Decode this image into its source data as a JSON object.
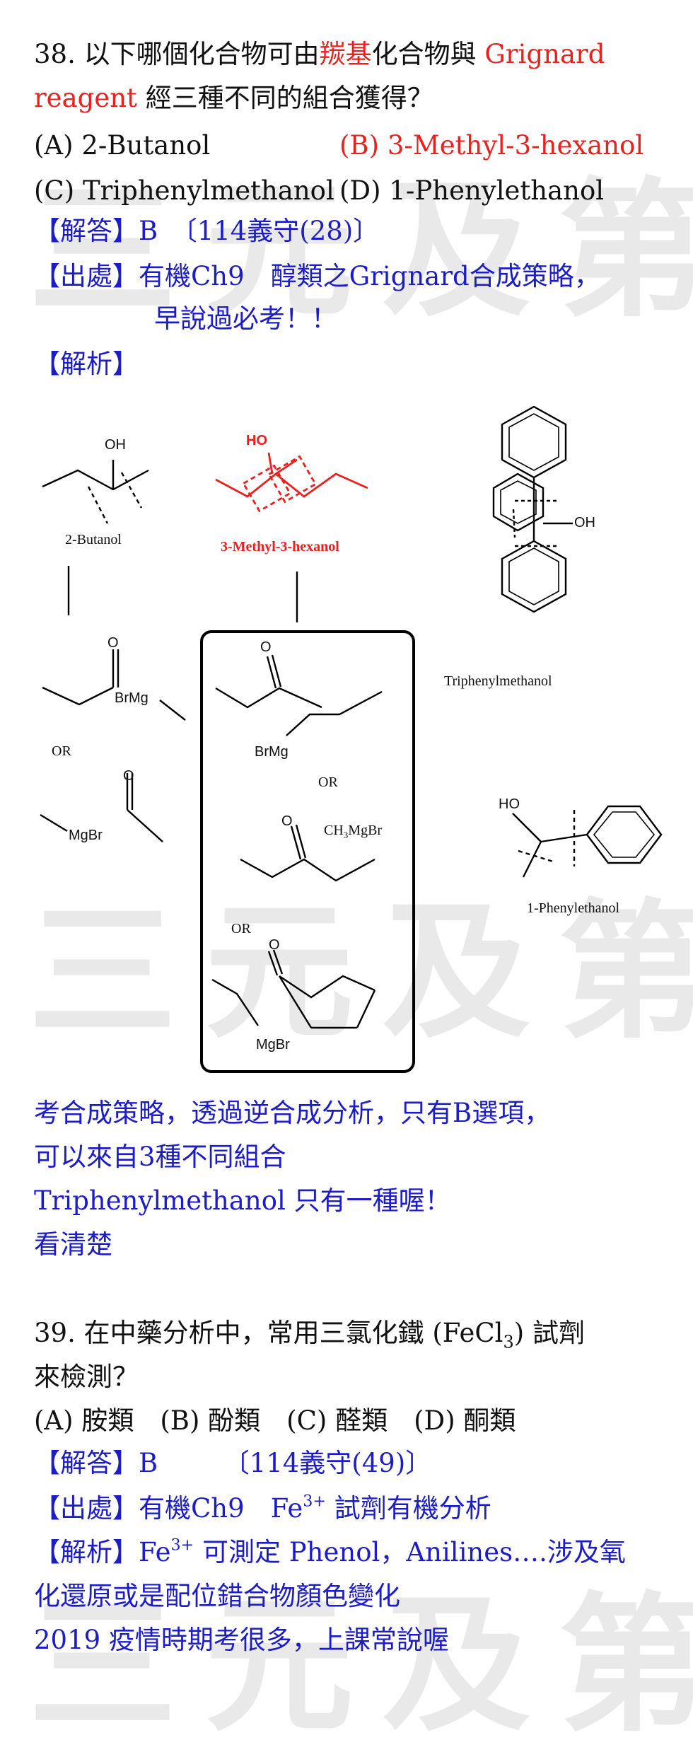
{
  "watermark": {
    "top": "三元及第",
    "middle": "三元及第",
    "bottom": "三元及第"
  },
  "q38": {
    "number": "38.",
    "q_line1_a": "以下哪個化合物可由",
    "q_line1_red": "羰基",
    "q_line1_b": "化合物與",
    "q_line1_en": "Grignard",
    "q_line2_en": "reagent",
    "q_line2": "經三種不同的組合獲得？",
    "options": {
      "a": "(A) 2-Butanol",
      "b": "(B) 3-Methyl-3-hexanol",
      "c": "(C) Triphenylmethanol",
      "d": "(D) 1-Phenylethanol"
    },
    "answer": "【解答】B　〔114義守(28)〕",
    "source_1": "【出處】有機Ch9　醇類之Grignard合成策略，",
    "source_2": "早說過必考！！",
    "analysis": "【解析】",
    "diagram": {
      "butanol_oh": "OH",
      "butanol_name": "2-Butanol",
      "hexanol_oh": "HO",
      "hexanol_name": "3-Methyl-3-hexanol",
      "triphenyl_oh": "OH",
      "triphenyl_name": "Triphenylmethanol",
      "phenylethanol_ho": "HO",
      "phenylethanol_name": "1-Phenylethanol",
      "left_o1": "O",
      "left_brmg": "BrMg",
      "left_or": "OR",
      "left_o2": "O",
      "left_mgbr": "MgBr",
      "box_o1": "O",
      "box_brmg": "BrMg",
      "box_or1": "OR",
      "box_o2": "O",
      "box_ch3mgbr": "CH3MgBr",
      "box_or2": "OR",
      "box_o3": "O",
      "box_mgbr": "MgBr"
    },
    "note_1": "考合成策略，透過逆合成分析，只有B選項，",
    "note_2": "可以來自3種不同組合",
    "note_3": "Triphenylmethanol 只有一種喔！",
    "note_4": "看清楚"
  },
  "q39": {
    "number": "39.",
    "q_line1": "在中藥分析中，常用三氯化鐵 (FeCl",
    "q_line1_sub": "3",
    "q_line1_end": ") 試劑",
    "q_line2": "來檢測？",
    "options": "(A) 胺類　(B) 酚類　(C) 醛類　(D) 酮類",
    "answer": "【解答】B　　　〔114義守(49)〕",
    "source_pre": "【出處】有機Ch9　Fe",
    "source_sup": "3+",
    "source_post": " 試劑有機分析",
    "analysis_pre": "【解析】Fe",
    "analysis_sup": "3+",
    "analysis_post": " 可測定 Phenol，Anilines….涉及氧",
    "analysis_2": "化還原或是配位錯合物顏色變化",
    "analysis_3": "2019 疫情時期考很多，上課常說喔"
  }
}
